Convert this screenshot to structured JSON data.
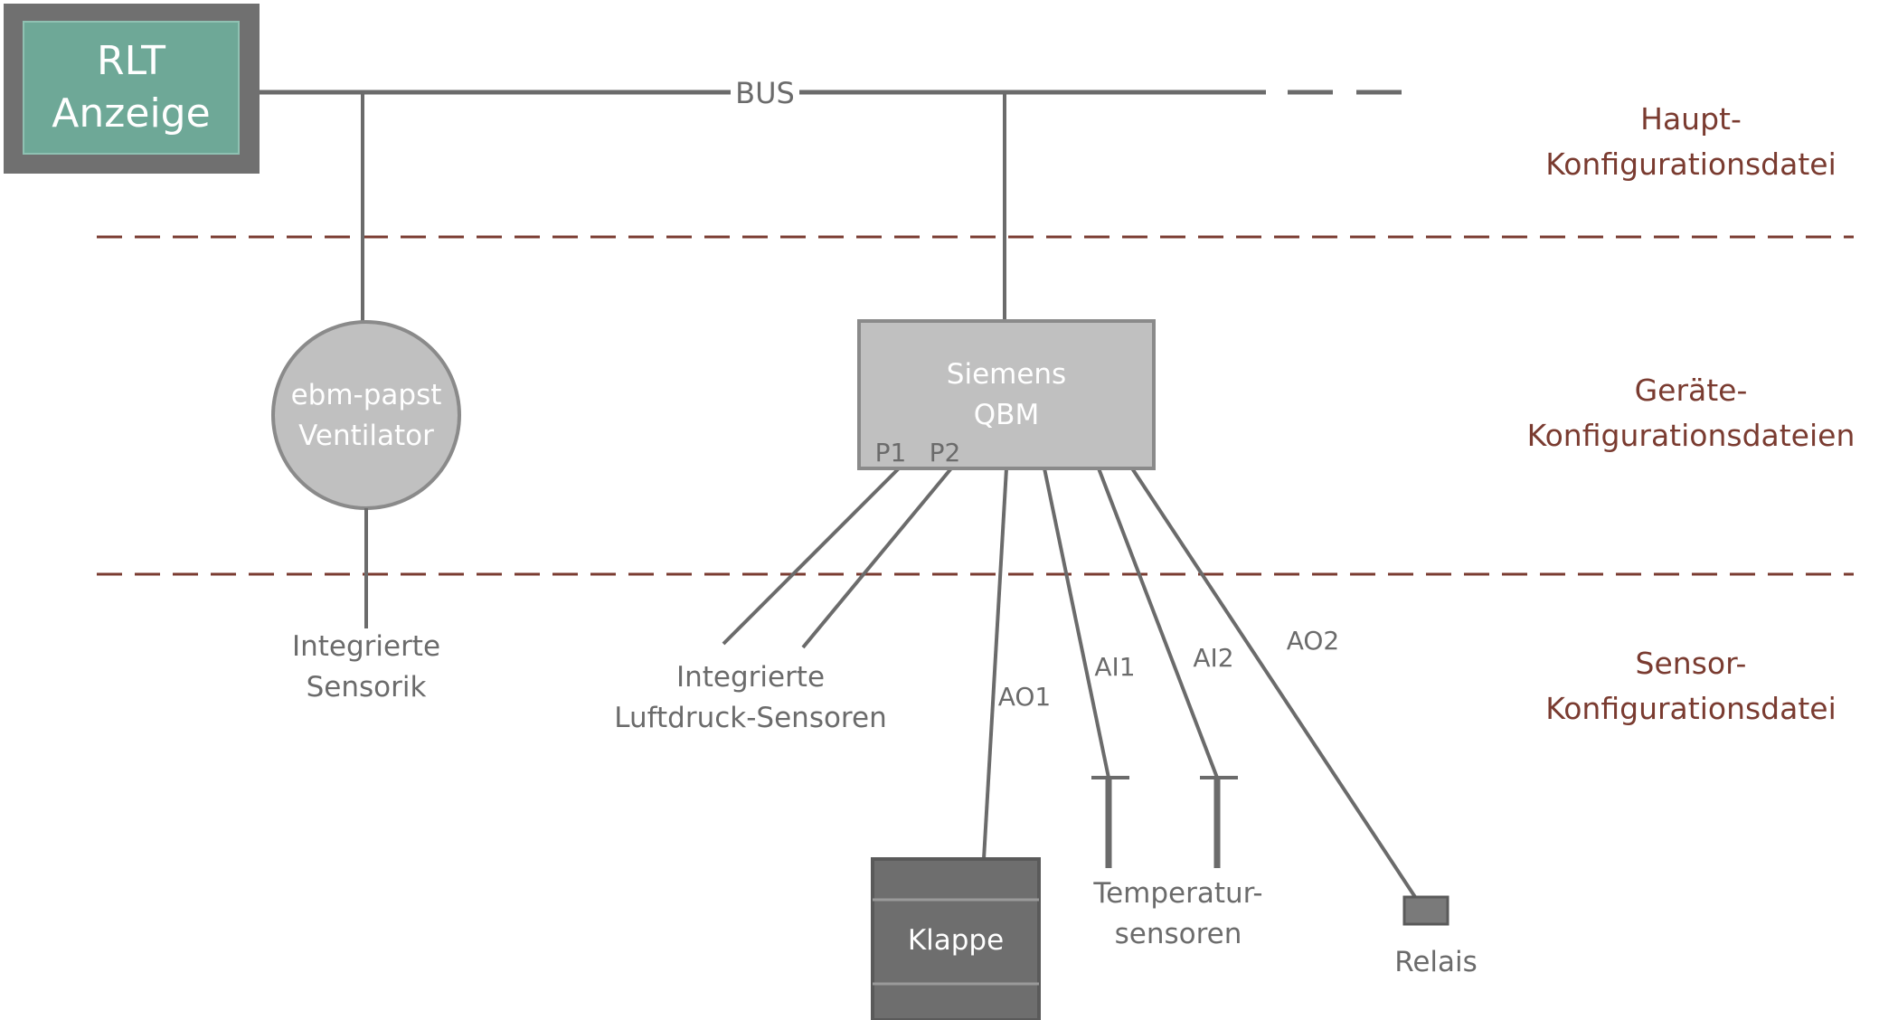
{
  "colors": {
    "line": "#6b6b6b",
    "dashed_separator": "#7a3b30",
    "rlt_fill": "#6ea897",
    "rlt_frame": "#707070",
    "device_fill": "#c0c0c0",
    "device_stroke": "#8a8a8a",
    "klappe_fill": "#6e6e6e",
    "relais_fill": "#7a7a7a",
    "level_text": "#7a3b30"
  },
  "rlt": {
    "line1": "RLT",
    "line2": "Anzeige"
  },
  "bus": {
    "label": "BUS"
  },
  "levels": {
    "main": {
      "line1": "Haupt-",
      "line2": "Konfigurationsdatei"
    },
    "device": {
      "line1": "Geräte-",
      "line2": "Konfigurationsdateien"
    },
    "sensor": {
      "line1": "Sensor-",
      "line2": "Konfigurationsdatei"
    }
  },
  "fan": {
    "line1": "ebm-papst",
    "line2": "Ventilator"
  },
  "integrated_sensors": {
    "line1": "Integrierte",
    "line2": "Sensorik"
  },
  "qbm": {
    "line1": "Siemens",
    "line2": "QBM",
    "ports": {
      "p1": "P1",
      "p2": "P2"
    }
  },
  "pressure_sensors": {
    "line1": "Integrierte",
    "line2": "Luftdruck-Sensoren"
  },
  "outputs": {
    "ao1": "AO1",
    "ai1": "AI1",
    "ai2": "AI2",
    "ao2": "AO2"
  },
  "klappe": {
    "label": "Klappe"
  },
  "temp_sensors": {
    "line1": "Temperatur-",
    "line2": "sensoren"
  },
  "relais": {
    "label": "Relais"
  }
}
